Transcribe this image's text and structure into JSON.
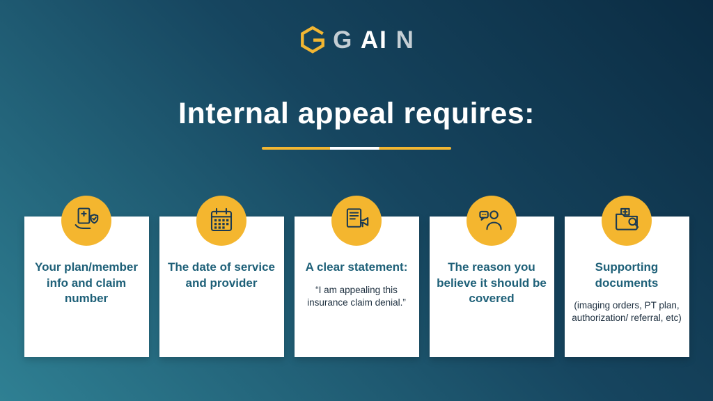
{
  "colors": {
    "accent_yellow": "#F2B632",
    "background_teal": "#2F8093",
    "background_navy": "#0B2C43",
    "card_title_teal": "#1E6078",
    "icon_line_navy": "#1B3A52",
    "card_background": "#FFFFFF"
  },
  "logo": {
    "part1": "G",
    "part2": "AI",
    "part3": "N",
    "mark": "hexagon-g-icon"
  },
  "title": "Internal appeal requires:",
  "cards": [
    {
      "icon": "claim-info-icon",
      "title": "Your plan/member info and claim number"
    },
    {
      "icon": "calendar-icon",
      "title": "The date of service and provider"
    },
    {
      "icon": "statement-icon",
      "title": "A clear statement:",
      "subtitle": "“I am appealing this insurance claim denial.”"
    },
    {
      "icon": "reason-icon",
      "title": "The reason you believe it should be covered"
    },
    {
      "icon": "supporting-docs-icon",
      "title": "Supporting documents",
      "subtitle": "(imaging orders, PT plan, authorization/ referral, etc)"
    }
  ]
}
